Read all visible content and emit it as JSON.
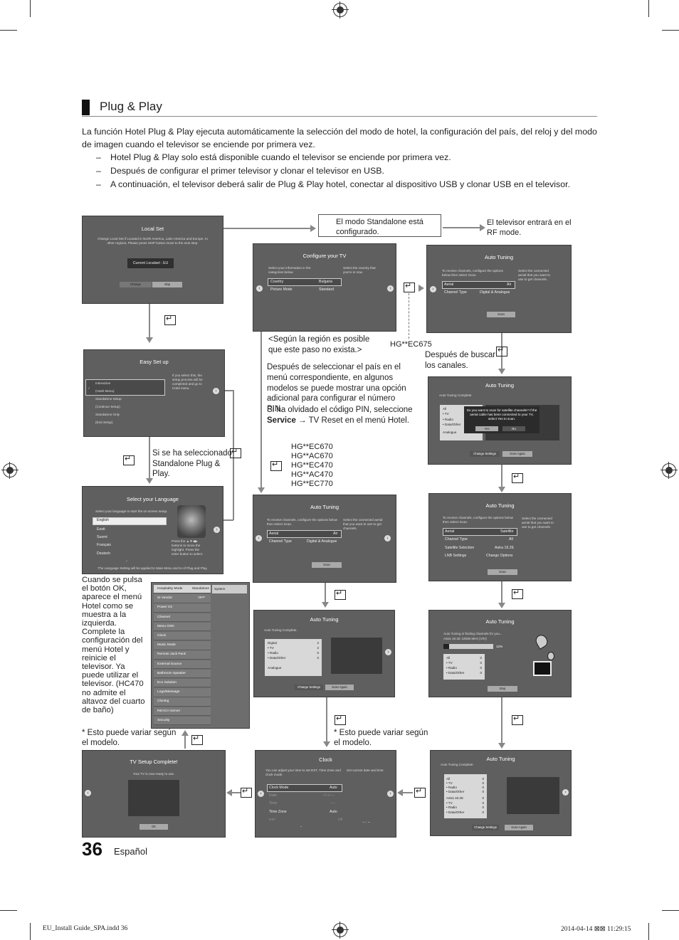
{
  "section_title": "Plug & Play",
  "intro": "La función Hotel Plug & Play ejecuta automáticamente la selección del modo de hotel, la configuración del país, del reloj y del modo de imagen cuando el televisor se enciende por primera vez.",
  "bullets": [
    "Hotel Plug & Play solo está disponible cuando el televisor se enciende por primera vez.",
    "Después de configurar el primer televisor y clonar el televisor en USB.",
    "A continuación, el televisor deberá salir de Plug & Play hotel, conectar al dispositivo USB y clonar USB en el televisor."
  ],
  "annotations": {
    "standalone_box": "El modo Standalone está configurado.",
    "rf_mode": "El televisor entrará en el RF mode.",
    "region_note": "<Según la región es posible que este paso no exista.>",
    "hg_ec675": "HG**EC675",
    "after_search": "Después de buscar los canales.",
    "pin_note": "Después de seleccionar el país en el menú correspondiente, en algunos modelos se puede mostrar una opción adicional para configurar el número PIN.",
    "pin_forgot_1": "Si ha olvidado el código PIN, seleccione",
    "pin_forgot_service": "Service",
    "pin_forgot_2": "→ TV Reset en el menú Hotel.",
    "standalone_selected": "Si se ha seleccionado Standalone Plug & Play.",
    "models": [
      "HG**EC670",
      "HG**AC670",
      "HG**EC470",
      "HG**AC470",
      "HG**EC770"
    ],
    "ok_note": "Cuando se pulsa el botón OK, aparece el menú Hotel como se muestra a la izquierda. Complete la configuración del menú Hotel y reinicie el televisor. Ya puede utilizar el televisor. (HC470 no admite el altavoz del cuarto de baño)",
    "variar_1": "* Esto puede variar según el modelo.",
    "variar_2": "* Esto puede variar según el modelo."
  },
  "screens": {
    "local_set": {
      "title": "Local Set",
      "text": "Change Local Set if Located in North America, Latin America and Europe. In other regions, Please press SKIP button move to the next step.",
      "current": "Current Localset : EU",
      "btn_change": "Change",
      "btn_skip": "Skip"
    },
    "easy_setup": {
      "title": "Easy Set up",
      "items": [
        "Interactive",
        "(Hotel Menu)",
        "Standalone Setup",
        "(Continue Setup)",
        "Standalone Only",
        "(End Setup)"
      ],
      "help": "If you select this, the setup process will be completed and go to Hotel menu."
    },
    "language": {
      "title": "Select your Language",
      "sub": "Select your language to start the on screen setup.",
      "items": [
        "English",
        "Eesti",
        "Suomi",
        "Français",
        "Deutsch"
      ],
      "help": "Press the ▲▼◀▶ buttons to move the highlight. Press the enter button to select.",
      "footer": "The Language Setting will be applied to Main Menu and to of Plug and Play."
    },
    "configure": {
      "title": "Configure your TV",
      "sub": "Select your information in the categories below.",
      "help": "Select the country that you're in now.",
      "row1_label": "Country",
      "row1_value": "Bulgaria",
      "row2_label": "Picture Mode",
      "row2_value": "Standard"
    },
    "auto_tuning_1": {
      "title": "Auto Tuning",
      "sub": "To receive channels, configure the options below then select Scan.",
      "help": "Select the connected aerial that you want to use to get channels.",
      "row1_label": "Aerial",
      "row1_value": "Air",
      "row2_label": "Channel Type",
      "row2_value": "Digital & Analogue",
      "btn": "Scan"
    },
    "auto_tuning_sat_prompt": {
      "title": "Auto Tuning",
      "sub": "Auto Tuning Complete.",
      "list": [
        "All",
        "• TV",
        "• Radio",
        "• Data/Other",
        "Analogue"
      ],
      "dialog": "Do you want to scan for satellite channels? If the aerial cable has been connected to your TV, select Yes to scan.",
      "yes": "Yes",
      "no": "No",
      "btn1": "Change Settings",
      "btn2": "Scan Again"
    },
    "auto_tuning_2": {
      "title": "Auto Tuning",
      "sub": "To receive channels, configure the options below then select Scan.",
      "help": "Select the connected aerial that you want to use to get channels.",
      "row1_label": "Aerial",
      "row1_value": "Air",
      "row2_label": "Channel Type",
      "row2_value": "Digital & Analogue",
      "btn": "Scan"
    },
    "auto_tuning_sat": {
      "title": "Auto Tuning",
      "sub": "To receive channels, configure the options below then select Scan.",
      "help": "Select the connected aerial that you want to use to get channels.",
      "rows": [
        [
          "Aerial",
          "Satellite"
        ],
        [
          "Channel Type",
          "All"
        ],
        [
          "Satellite Selection",
          "Astra 19.2E"
        ],
        [
          "LNB Settings",
          "Change Options"
        ]
      ],
      "btn": "Scan"
    },
    "hotel_menu": {
      "items": [
        [
          "Hospitality Mode",
          "Standalone"
        ],
        [
          "SI Vendor",
          "OFF"
        ],
        [
          "Power On",
          ""
        ],
        [
          "Channel",
          ""
        ],
        [
          "Menu OSD",
          ""
        ],
        [
          "Clock",
          ""
        ],
        [
          "Music Mode",
          ""
        ],
        [
          "Remote Jack Pack",
          ""
        ],
        [
          "External Source",
          ""
        ],
        [
          "Bathroom Speaker",
          ""
        ],
        [
          "Eco Solution",
          ""
        ],
        [
          "Logo/Message",
          ""
        ],
        [
          "Cloning",
          ""
        ],
        [
          "REACH Server",
          ""
        ],
        [
          "Security",
          ""
        ]
      ],
      "side": "System"
    },
    "auto_tuning_complete_1": {
      "title": "Auto Tuning",
      "sub": "Auto Tuning Complete.",
      "list": [
        [
          "Digital",
          "2"
        ],
        [
          "• TV",
          "2"
        ],
        [
          "• Radio",
          "0"
        ],
        [
          "• Data/Other",
          "0"
        ],
        [
          "Analogue",
          ""
        ]
      ],
      "btn1": "Change Settings",
      "btn2": "Scan Again"
    },
    "auto_tuning_finding": {
      "title": "Auto Tuning",
      "sub": "Auto Tuning is finding channels for you...",
      "sat": "Astra 19.2E    10935 MHz (V/H)",
      "progress": 0.12,
      "progress_label": "12%",
      "list": [
        [
          "All",
          "0"
        ],
        [
          "• TV",
          "0"
        ],
        [
          "• Radio",
          "0"
        ],
        [
          "• Data/Other",
          "0"
        ]
      ],
      "btn": "Stop"
    },
    "tv_setup": {
      "title": "TV Setup Complete!",
      "sub": "Your TV is now ready to use.",
      "btn": "OK"
    },
    "clock": {
      "title": "Clock",
      "sub": "You can adjust your time to set DST, Time Zone and clock mode.",
      "help": "Set current date and time.",
      "rows": [
        [
          "Clock Mode",
          "Auto"
        ],
        [
          "Date",
          "--/--/----"
        ],
        [
          "Time",
          "--:--"
        ],
        [
          "Time Zone",
          "Auto"
        ],
        [
          "DST",
          "Off"
        ]
      ],
      "time_display": "-- : --"
    },
    "auto_tuning_complete_2": {
      "title": "Auto Tuning",
      "sub": "Auto Tuning Complete.",
      "list": [
        [
          "All",
          "0"
        ],
        [
          "• TV",
          "0"
        ],
        [
          "• Radio",
          "0"
        ],
        [
          "• Data/Other",
          "0"
        ],
        [
          "Astra 19.2E",
          "0"
        ],
        [
          "• TV",
          "0"
        ],
        [
          "• Radio",
          "0"
        ],
        [
          "• Data/Other",
          "0"
        ]
      ],
      "btn1": "Change Settings",
      "btn2": "Scan Again"
    }
  },
  "footer": {
    "page_number": "36",
    "language": "Español",
    "file": "EU_Install Guide_SPA.indd   36",
    "date": "2014-04-14   ⊠⊠ 11:29:15"
  }
}
